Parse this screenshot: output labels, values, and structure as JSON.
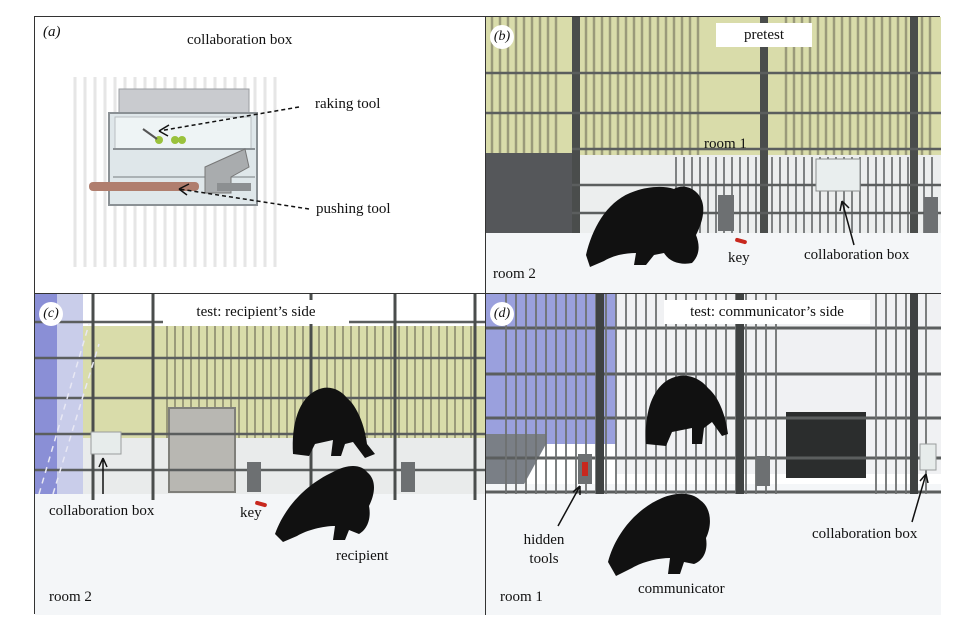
{
  "panels": {
    "a": {
      "letter": "(a)",
      "title": "collaboration box",
      "labels": {
        "raking_tool": "raking tool",
        "pushing_tool": "pushing tool"
      }
    },
    "b": {
      "letter": "(b)",
      "title": "pretest",
      "labels": {
        "room1": "room 1",
        "room2": "room 2",
        "key": "key",
        "collaboration_box": "collaboration box"
      }
    },
    "c": {
      "letter": "(c)",
      "title": "test: recipient’s side",
      "labels": {
        "collaboration_box": "collaboration box",
        "key": "key",
        "recipient": "recipient",
        "room2": "room 2"
      }
    },
    "d": {
      "letter": "(d)",
      "title": "test: communicator’s side",
      "labels": {
        "hidden_tools": "hidden tools",
        "collaboration_box": "collaboration box",
        "communicator": "communicator",
        "room1": "room 1"
      }
    }
  },
  "colors": {
    "wall_green": "#d9dcaa",
    "bar_dark": "#4a4d4c",
    "floor": "#f4f6f8",
    "wall_purple": "#8a8fd6",
    "ape": "#111111",
    "key_red": "#c8281e"
  }
}
